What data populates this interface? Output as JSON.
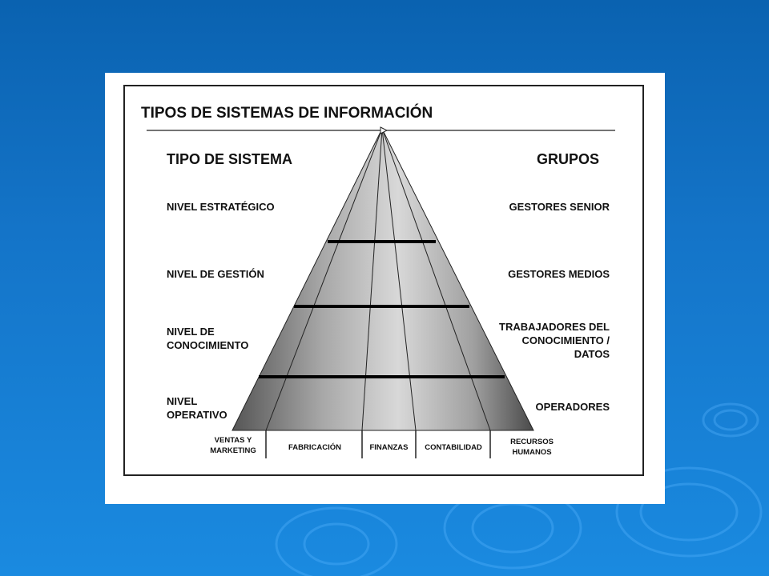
{
  "colors": {
    "background": "#1474c8",
    "card": "#ffffff",
    "ink": "#111111"
  },
  "diagram": {
    "title": "TIPOS DE SISTEMAS DE INFORMACIÓN",
    "left_header": "TIPO DE SISTEMA",
    "right_header": "GRUPOS",
    "levels": [
      {
        "line1": "NIVEL ESTRATÉGICO",
        "line2": ""
      },
      {
        "line1": "NIVEL DE GESTIÓN",
        "line2": ""
      },
      {
        "line1": "NIVEL DE",
        "line2": "CONOCIMIENTO"
      },
      {
        "line1": "NIVEL",
        "line2": "OPERATIVO"
      }
    ],
    "groups": [
      {
        "line1": "GESTORES SENIOR",
        "line2": "",
        "line3": ""
      },
      {
        "line1": "GESTORES MEDIOS",
        "line2": "",
        "line3": ""
      },
      {
        "line1": "TRABAJADORES DEL",
        "line2": "CONOCIMIENTO /",
        "line3": "DATOS"
      },
      {
        "line1": "OPERADORES",
        "line2": "",
        "line3": ""
      }
    ],
    "departments": [
      {
        "line1": "VENTAS Y",
        "line2": "MARKETING"
      },
      {
        "line1": "FABRICACIÓN",
        "line2": ""
      },
      {
        "line1": "FINANZAS",
        "line2": ""
      },
      {
        "line1": "CONTABILIDAD",
        "line2": ""
      },
      {
        "line1": "RECURSOS",
        "line2": "HUMANOS"
      }
    ]
  }
}
